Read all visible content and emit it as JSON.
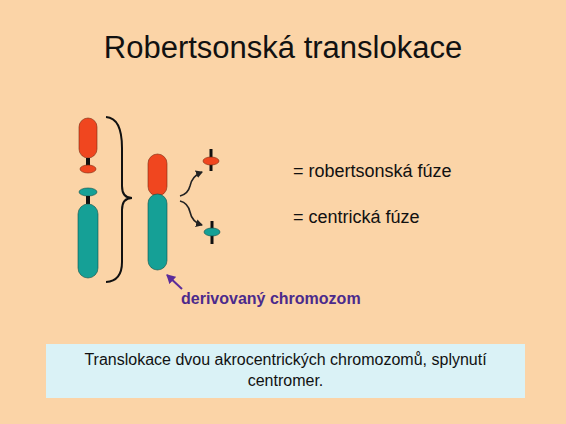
{
  "diagram": {
    "title": "Robertsonská translokace",
    "nodes": [
      {
        "text": [
          "Translokace dvou akrocentrických chromozomů, splynutí centromer."
        ]
      }
    ],
    "labels": [
      "= robertsonská fúze",
      "= centrická fúze",
      "derivovaný chromozom"
    ]
  }
}
